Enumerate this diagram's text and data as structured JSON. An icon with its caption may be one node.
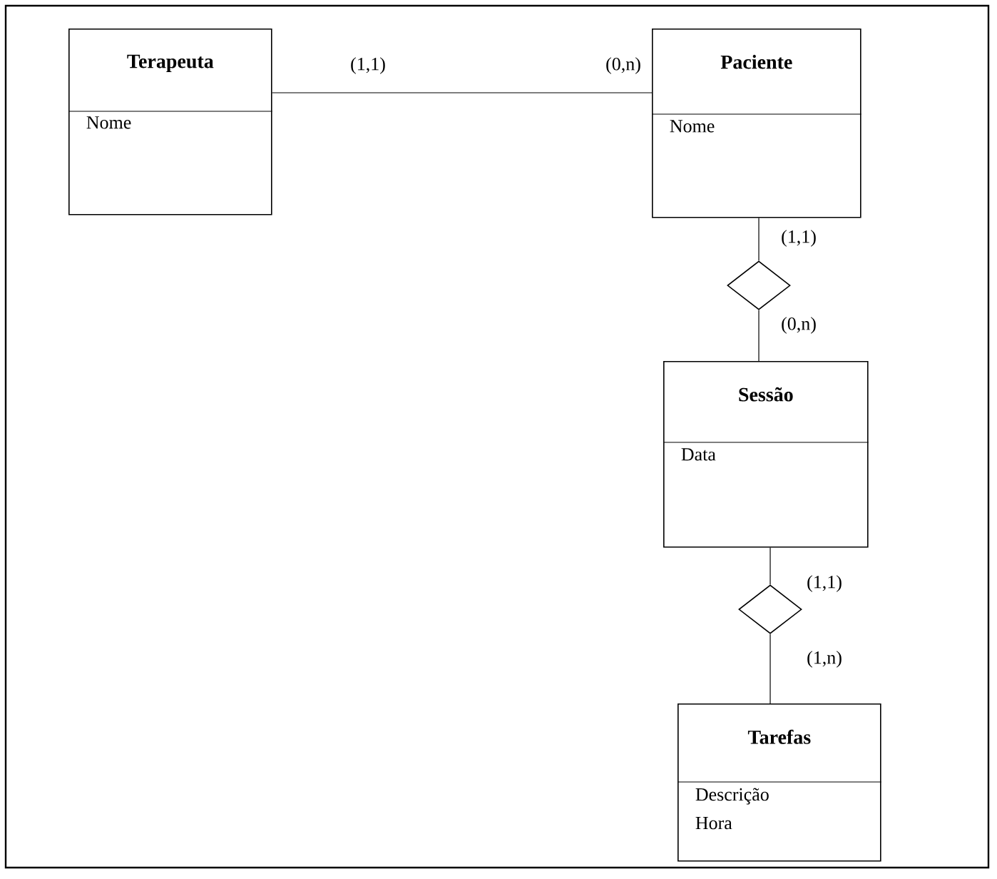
{
  "diagram": {
    "nodes": [
      {
        "text": [
          "Terapeuta",
          "Nome"
        ]
      },
      {
        "text": [
          "Paciente",
          "Nome"
        ]
      },
      {
        "text": [],
        "shape": "diamond"
      },
      {
        "text": [
          "Sessão",
          "Data"
        ]
      },
      {
        "text": [],
        "shape": "diamond"
      },
      {
        "text": [
          "Tarefas",
          "Descrição Hora"
        ]
      }
    ],
    "edges": [
      {
        "from": 0,
        "to": 1,
        "arrow": "none"
      },
      {
        "from": 1,
        "to": 2,
        "arrow": "none"
      },
      {
        "from": 2,
        "to": 3,
        "arrow": "none"
      },
      {
        "from": 3,
        "to": 4,
        "arrow": "none"
      },
      {
        "from": 4,
        "to": 5,
        "arrow": "none"
      }
    ],
    "labels": [
      "(1,1)",
      "(0,n)",
      "(1,1)",
      "(0,n)",
      "(1,1)",
      "(1,n)"
    ]
  }
}
